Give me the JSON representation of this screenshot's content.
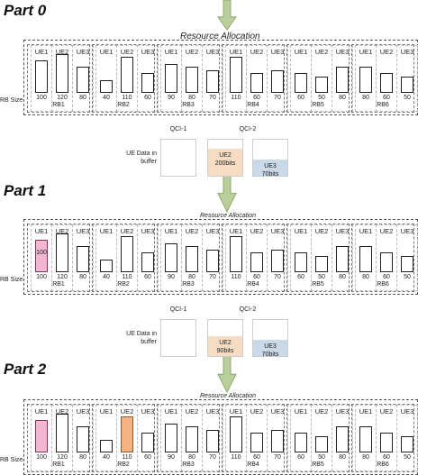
{
  "common": {
    "rb_size_label": "RB Size",
    "data_in_buffer_label": "UE Data in buffer",
    "qci1_label": "QCI-1",
    "qci2_label": "QCI-2",
    "ue_labels": [
      "UE1",
      "UE2",
      "UE3"
    ],
    "rb_names": [
      "RB1",
      "RB2",
      "RB3",
      "RB4",
      "RB5",
      "RB6"
    ]
  },
  "colors": {
    "allocated_ue1": "#f2b6d0",
    "allocated_ue2": "#f3b27f",
    "buffer_ue2": "#f6dcc2",
    "buffer_ue3": "#c9d9e8",
    "arrow": "#b9cf9b"
  },
  "parts": [
    {
      "title": "Part 0",
      "allocation_label": "Resource Allocation",
      "rbs": [
        {
          "values": [
            100,
            120,
            80
          ],
          "allocated": null,
          "bar_text": ""
        },
        {
          "values": [
            40,
            110,
            60
          ],
          "allocated": null,
          "bar_text": ""
        },
        {
          "values": [
            90,
            80,
            70
          ],
          "allocated": null,
          "bar_text": ""
        },
        {
          "values": [
            110,
            60,
            70
          ],
          "allocated": null,
          "bar_text": ""
        },
        {
          "values": [
            60,
            50,
            80
          ],
          "allocated": null,
          "bar_text": ""
        },
        {
          "values": [
            80,
            60,
            50
          ],
          "allocated": null,
          "bar_text": ""
        }
      ]
    },
    {
      "title": "Part 1",
      "allocation_label": "Resource Allocation",
      "rbs": [
        {
          "values": [
            100,
            120,
            80
          ],
          "allocated": 0,
          "bar_text": "100"
        },
        {
          "values": [
            40,
            110,
            60
          ],
          "allocated": null,
          "bar_text": ""
        },
        {
          "values": [
            90,
            80,
            70
          ],
          "allocated": null,
          "bar_text": ""
        },
        {
          "values": [
            110,
            60,
            70
          ],
          "allocated": null,
          "bar_text": ""
        },
        {
          "values": [
            60,
            50,
            80
          ],
          "allocated": null,
          "bar_text": ""
        },
        {
          "values": [
            80,
            60,
            50
          ],
          "allocated": null,
          "bar_text": ""
        }
      ]
    },
    {
      "title": "Part 2",
      "allocation_label": "Resource Allocation",
      "rbs": [
        {
          "values": [
            100,
            120,
            80
          ],
          "allocated": 0,
          "bar_text": ""
        },
        {
          "values": [
            40,
            110,
            60
          ],
          "allocated": 1,
          "bar_text": ""
        },
        {
          "values": [
            90,
            80,
            70
          ],
          "allocated": null,
          "bar_text": ""
        },
        {
          "values": [
            110,
            60,
            70
          ],
          "allocated": null,
          "bar_text": ""
        },
        {
          "values": [
            60,
            50,
            80
          ],
          "allocated": null,
          "bar_text": ""
        },
        {
          "values": [
            80,
            60,
            50
          ],
          "allocated": null,
          "bar_text": ""
        }
      ]
    }
  ],
  "buffers": [
    {
      "qci1": {
        "text": ""
      },
      "qci2": [
        {
          "ue": "UE2",
          "amount": "200bits",
          "fill": 0.75
        },
        {
          "ue": "UE3",
          "amount": "70bits",
          "fill": 0.45
        }
      ]
    },
    {
      "qci1": {
        "text": ""
      },
      "qci2": [
        {
          "ue": "UE2",
          "amount": "90bits",
          "fill": 0.55
        },
        {
          "ue": "UE3",
          "amount": "70bits",
          "fill": 0.45
        }
      ]
    }
  ]
}
